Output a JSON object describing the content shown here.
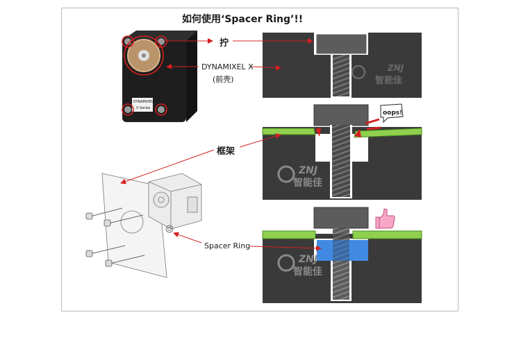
{
  "title": "如何使用‘Spacer Ring’!!",
  "labels": {
    "screw": "拧",
    "motor_name": "DYNAMIXEL X",
    "front_shell": "(前壳)",
    "frame": "框架",
    "spacer_ring": "Spacer Ring",
    "oops": "oops!"
  },
  "servo_label": {
    "brand": "DYNAMIXEL",
    "series": "X Series"
  },
  "watermark": {
    "latin": "ZNJ",
    "chinese": "智能佳"
  },
  "colors": {
    "dark": "#3a3a3a",
    "screw_gray": "#5c5c5c",
    "green_plate": "#8fd14f",
    "blue_spacer": "#2b7de0",
    "red_arrow": "#d42020"
  }
}
